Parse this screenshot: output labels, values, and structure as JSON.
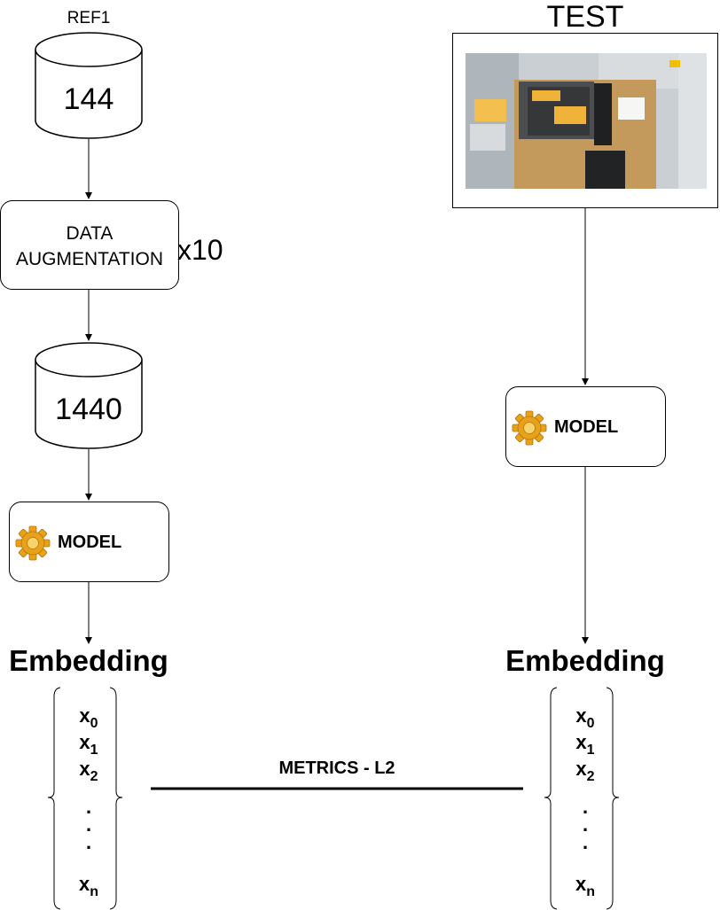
{
  "left": {
    "ref_label": "REF1",
    "ref_count": "144",
    "augment_label_line1": "DATA",
    "augment_label_line2": "AUGMENTATION",
    "augment_factor": "x10",
    "augmented_count": "1440",
    "model_label": "MODEL",
    "embedding_title": "Embedding"
  },
  "right": {
    "test_label": "TEST",
    "model_label": "MODEL",
    "embedding_title": "Embedding"
  },
  "vector": {
    "items": [
      {
        "base": "x",
        "sub": "0"
      },
      {
        "base": "x",
        "sub": "1"
      },
      {
        "base": "x",
        "sub": "2"
      },
      {
        "base": "x",
        "sub": "n"
      }
    ],
    "ellipsis": "."
  },
  "metric_label": "METRICS - L2",
  "icons": {
    "database": "cylinder-icon",
    "model": "gear-icon",
    "brace": "brace-icon"
  },
  "colors": {
    "gear_outer": "#e8a21a",
    "gear_inner": "#f7d36b",
    "line": "#000000"
  }
}
